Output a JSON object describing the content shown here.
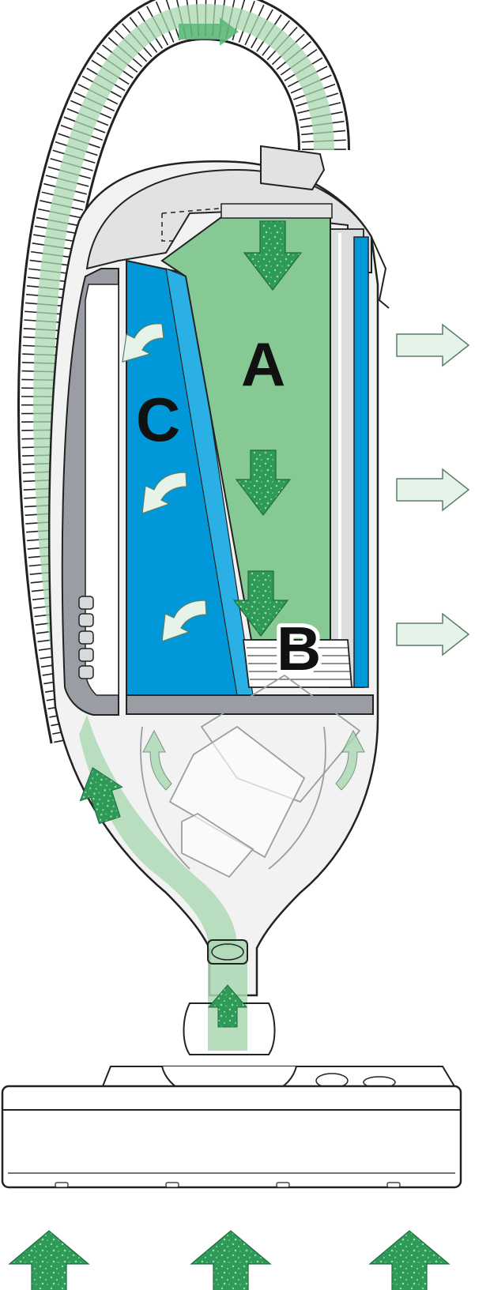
{
  "labels": {
    "a": "A",
    "b": "B",
    "c": "C"
  },
  "colors": {
    "bag_green": "#86c994",
    "filter_blue": "#0098d8",
    "arrow_green_dark": "#2e9a58",
    "arrow_green_pale": "#e5f3e9",
    "airflow_green": "#a9d8b2",
    "housing_grey": "#9a9ea4",
    "housing_light": "#e1e2e4",
    "outline": "#222222"
  },
  "icons": {
    "down_arrow": "down-arrow-icon",
    "up_arrow": "up-arrow-icon",
    "exhaust_arrow": "right-arrow-icon",
    "curved_arrow": "curved-arrow-icon"
  }
}
